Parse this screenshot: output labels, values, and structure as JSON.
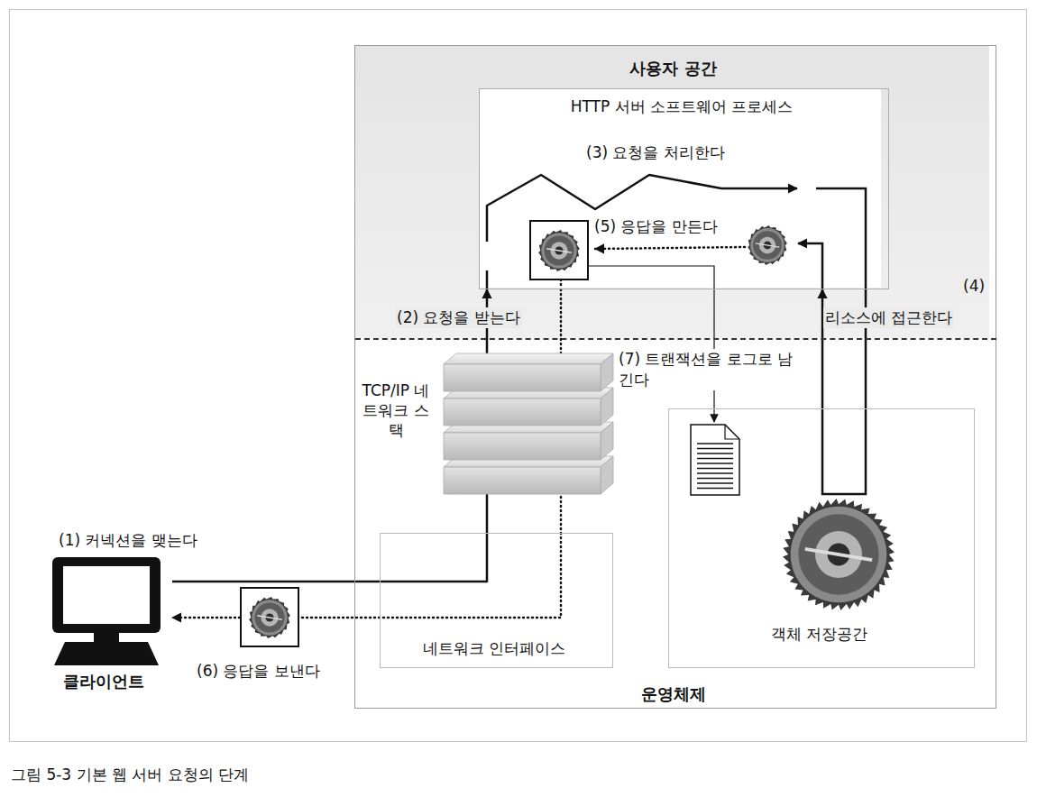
{
  "diagram": {
    "caption": "그림 5-3 기본 웹 서버 요청의 단계",
    "nodes": [
      {
        "text": [
          "운영체제"
        ]
      },
      {
        "text": [
          "사용자 공간"
        ],
        "in": 0
      },
      {
        "text": [
          "HTTP 서버 소프트웨어 프로세스"
        ],
        "in": 1
      },
      {
        "text": [
          "클라이언트"
        ]
      },
      {
        "text": [
          "TCP/IP 네트워크 스택"
        ],
        "in": 0
      },
      {
        "text": [
          "네트워크 인터페이스"
        ],
        "in": 0
      },
      {
        "text": [
          "객체 저장공간"
        ],
        "in": 0
      }
    ],
    "edges": [
      {
        "from": 3,
        "to": 2,
        "arrow": "to"
      },
      {
        "from": 6,
        "to": 2,
        "arrow": "to"
      },
      {
        "from": 2,
        "to": 3,
        "arrow": "to"
      }
    ],
    "labels": [
      "(1) 커넥션을 맺는다",
      "(2) 요청을 받는다",
      "(3) 요청을 처리한다",
      "(4)",
      "리소스에 접근한다",
      "(5) 응답을 만든다",
      "(6) 응답을 보낸다",
      "(7) 트랜잭션을 로그로 남긴다"
    ]
  }
}
